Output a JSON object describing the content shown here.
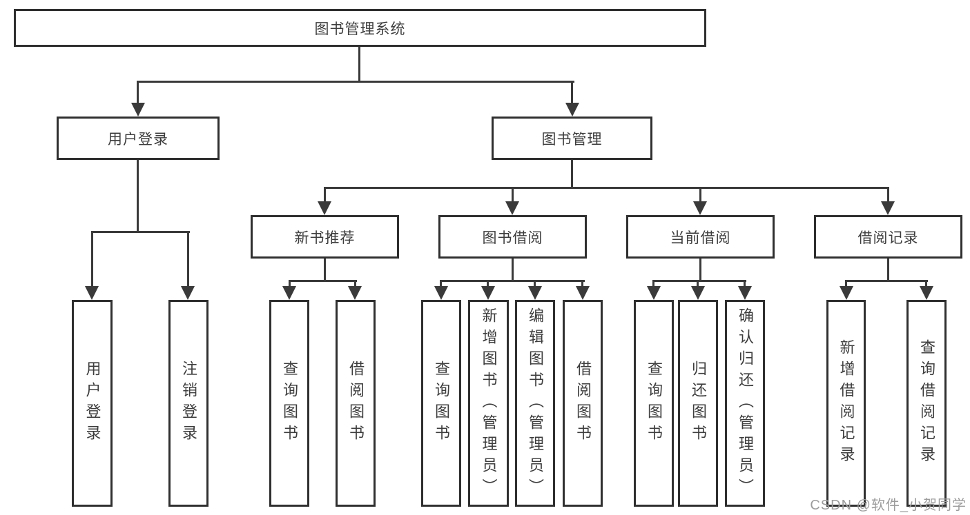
{
  "diagram": {
    "type": "hierarchy-tree",
    "nodes": {
      "root": "图书管理系统",
      "user_login": "用户登录",
      "book_mgmt": "图书管理",
      "new_book_rec": "新书推荐",
      "book_borrow": "图书借阅",
      "current_borrow": "当前借阅",
      "borrow_records": "借阅记录",
      "leaf_user_login": "用户登录",
      "leaf_logout": "注销登录",
      "leaf_rec_query": "查询图书",
      "leaf_rec_borrow": "借阅图书",
      "leaf_bor_query": "查询图书",
      "leaf_bor_add": "新增图书（管理员）",
      "leaf_bor_edit": "编辑图书（管理员）",
      "leaf_bor_borrow": "借阅图书",
      "leaf_cur_query": "查询图书",
      "leaf_cur_return": "归还图书",
      "leaf_cur_confirm": "确认归还（管理员）",
      "leaf_recd_add": "新增借阅记录",
      "leaf_recd_query": "查询借阅记录"
    },
    "hierarchy": {
      "图书管理系统": {
        "用户登录": [
          "用户登录",
          "注销登录"
        ],
        "图书管理": {
          "新书推荐": [
            "查询图书",
            "借阅图书"
          ],
          "图书借阅": [
            "查询图书",
            "新增图书（管理员）",
            "编辑图书（管理员）",
            "借阅图书"
          ],
          "当前借阅": [
            "查询图书",
            "归还图书",
            "确认归还（管理员）"
          ],
          "借阅记录": [
            "新增借阅记录",
            "查询借阅记录"
          ]
        }
      }
    }
  },
  "watermark": {
    "text": "CSDN @软件_小贺同学"
  },
  "colors": {
    "line": "#3a3a3a",
    "border": "#2f2f2f",
    "text": "#3d3d3d",
    "watermark": "#9c9c9c",
    "background": "#ffffff"
  }
}
